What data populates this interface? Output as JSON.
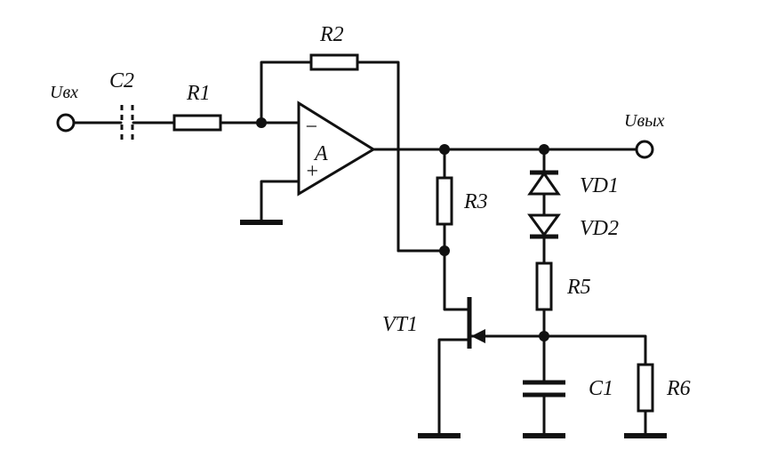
{
  "labels": {
    "u_in": "Uвх",
    "u_out": "Uвых",
    "c2": "C2",
    "r1": "R1",
    "r2": "R2",
    "r3": "R3",
    "r5": "R5",
    "r6": "R6",
    "c1": "C1",
    "vd1": "VD1",
    "vd2": "VD2",
    "vt1": "VT1",
    "opamp": "A",
    "minus": "−",
    "plus": "+"
  }
}
